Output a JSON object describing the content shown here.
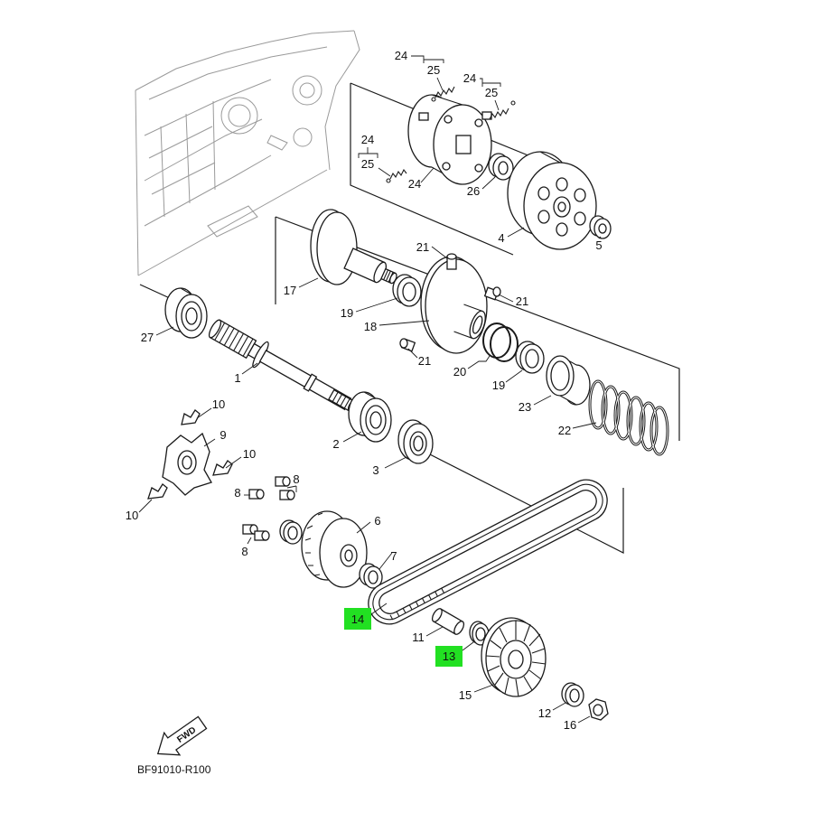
{
  "diagram": {
    "callouts": [
      "24",
      "25",
      "24",
      "25",
      "24",
      "25",
      "24",
      "26",
      "4",
      "5",
      "21",
      "17",
      "21",
      "19",
      "18",
      "27",
      "21",
      "20",
      "1",
      "19",
      "23",
      "10",
      "9",
      "22",
      "2",
      "10",
      "3",
      "8",
      "8",
      "10",
      "6",
      "8",
      "7",
      "14",
      "11",
      "13",
      "15",
      "12",
      "16"
    ],
    "fwd_label": "FWD",
    "code": "BF91010-R100",
    "highlight_color": "#22e022",
    "line_color": "#1a1a1a",
    "crankcase_color": "#9a9a9a"
  }
}
